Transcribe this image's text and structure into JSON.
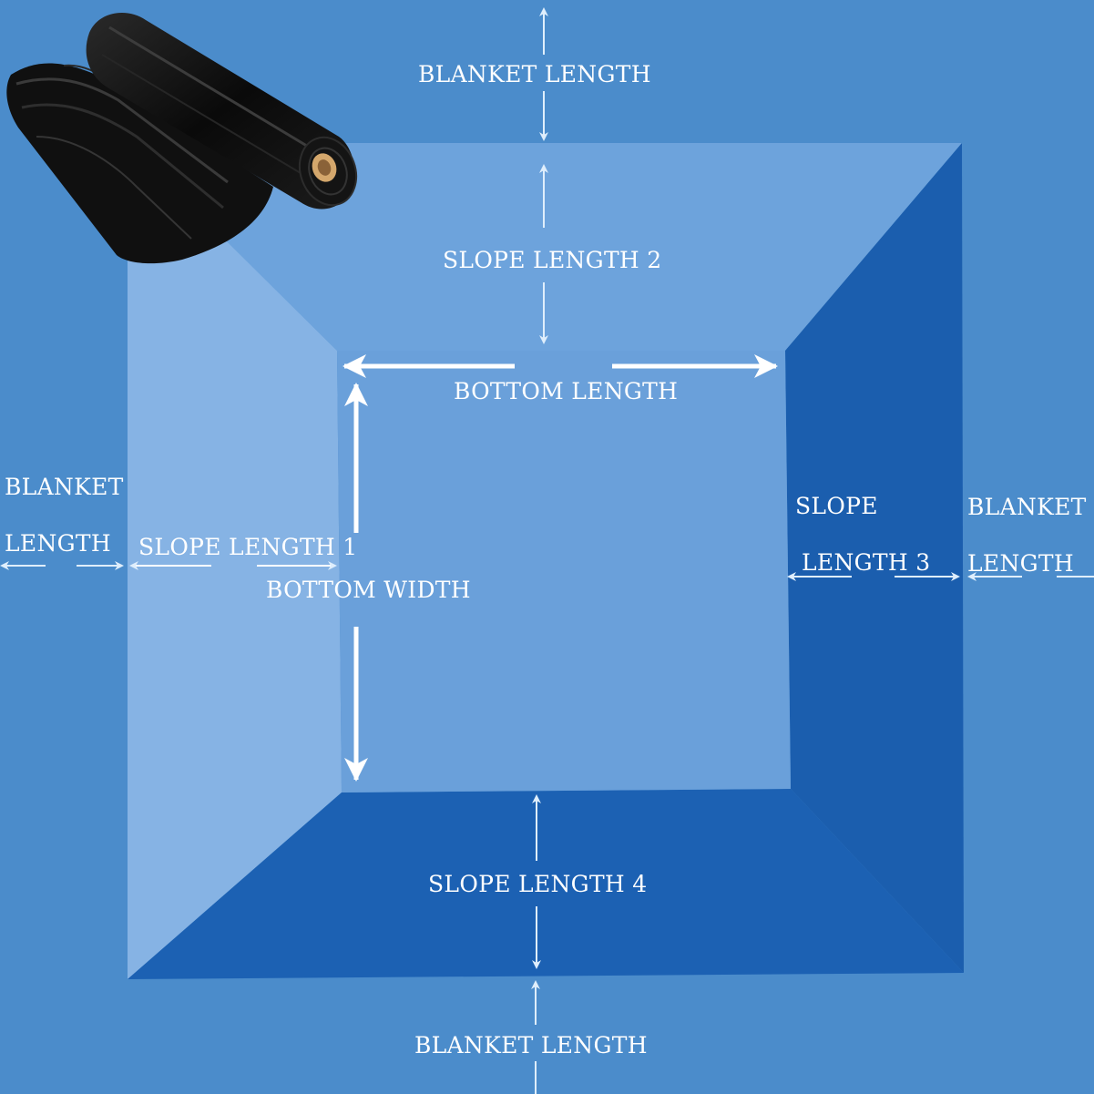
{
  "labels": {
    "top_blanket": "BLANKET LENGTH",
    "slope2": "SLOPE LENGTH 2",
    "bottom_length": "BOTTOM LENGTH",
    "left_blanket_1": "BLANKET",
    "left_blanket_2": "LENGTH",
    "slope1": "SLOPE LENGTH 1",
    "bottom_width": "BOTTOM WIDTH",
    "slope3_1": "SLOPE",
    "slope3_2": "LENGTH 3",
    "right_blanket_1": "BLANKET",
    "right_blanket_2": "LENGTH",
    "slope4": "SLOPE LENGTH 4",
    "bottom_blanket": "BLANKET LENGTH"
  },
  "colors": {
    "background": "#4b8ccb",
    "floor": "#6aa0da",
    "slope_top": "#6da3dc",
    "slope_left": "#86b3e4",
    "slope_right": "#1b5eae",
    "slope_bottom": "#1c61b3",
    "liner_roll": "#0b0b0b",
    "roll_core": "#d4a76c"
  },
  "icons": [
    "liner-roll-icon"
  ]
}
